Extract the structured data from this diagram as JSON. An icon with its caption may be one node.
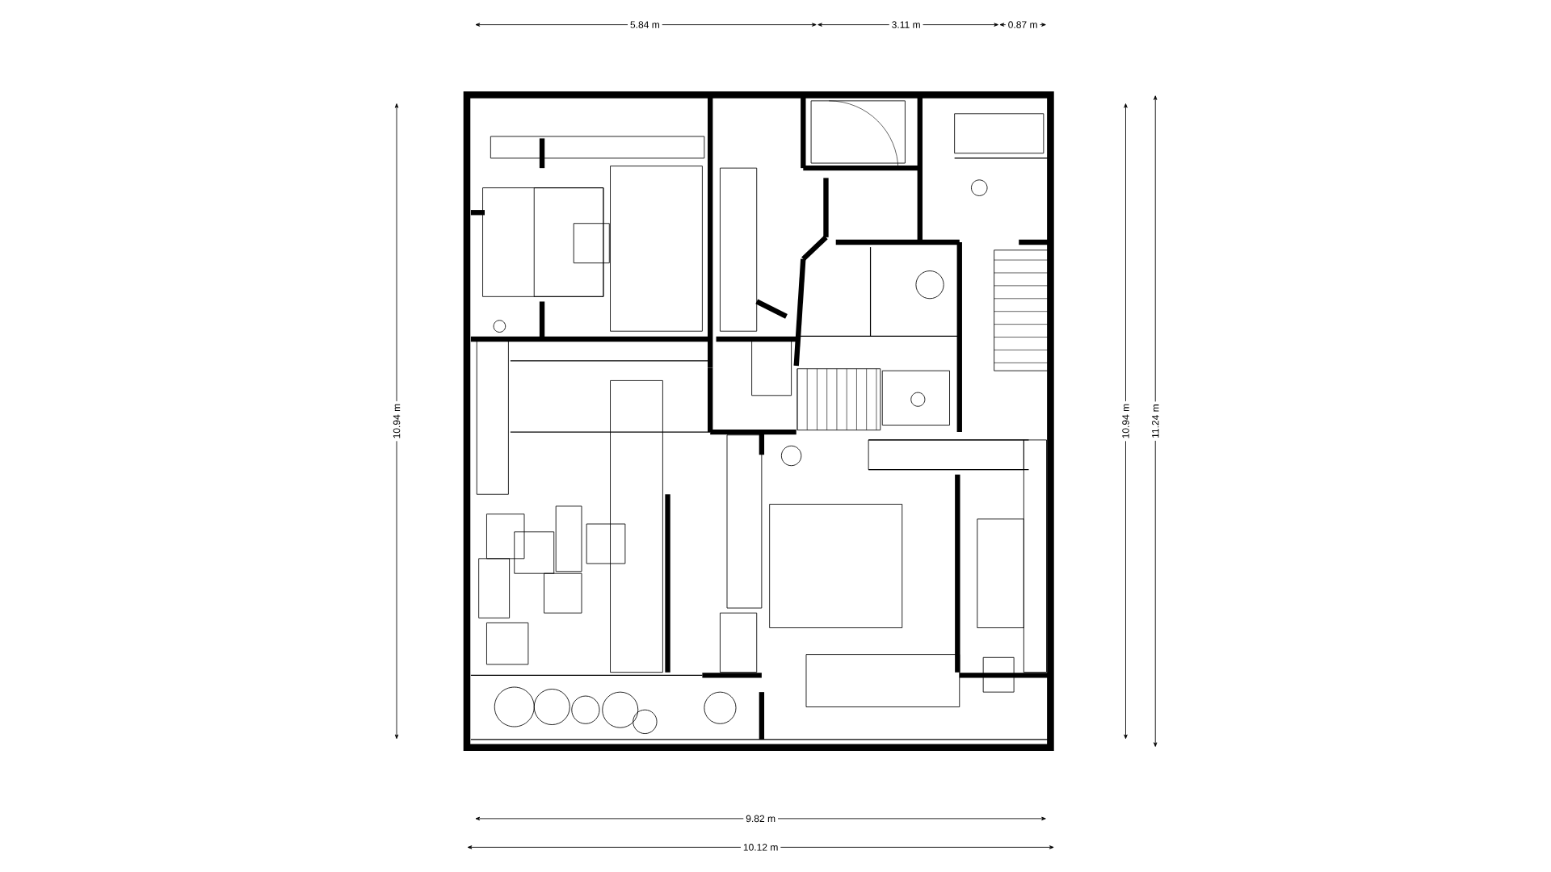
{
  "diagram": {
    "labels": [
      "5.84 m",
      "3.11 m",
      "0.87 m",
      "10.94 m",
      "10.94 m",
      "11.24 m",
      "9.82 m",
      "10.12 m"
    ]
  }
}
